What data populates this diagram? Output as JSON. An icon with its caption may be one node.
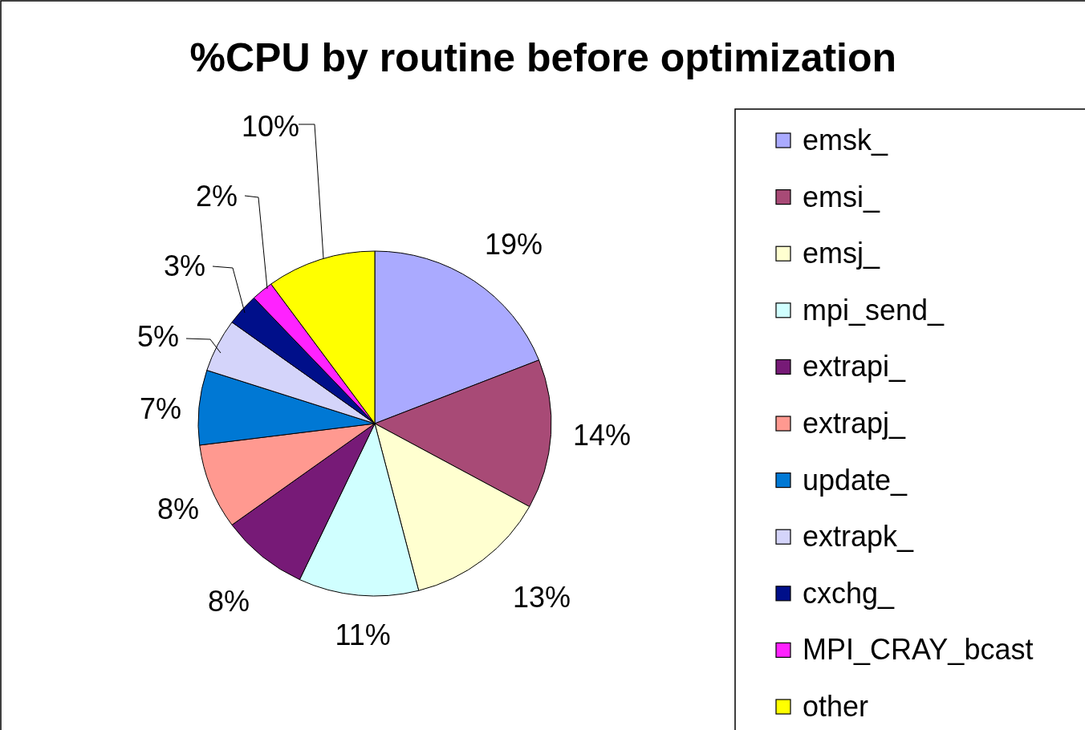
{
  "diagram": {
    "title": "%CPU by routine before optimization",
    "legend": [
      {
        "text": "emsk_",
        "color": "#aaaaff"
      },
      {
        "text": "emsi_",
        "color": "#a84a76"
      },
      {
        "text": "emsj_",
        "color": "#ffffd0"
      },
      {
        "text": "mpi_send_",
        "color": "#d0ffff"
      },
      {
        "text": "extrapi_",
        "color": "#771a77"
      },
      {
        "text": "extrapj_",
        "color": "#ff9990"
      },
      {
        "text": "update_",
        "color": "#0078d4"
      },
      {
        "text": "extrapk_",
        "color": "#d4d4fa"
      },
      {
        "text": "cxchg_",
        "color": "#000f8a"
      },
      {
        "text": "MPI_CRAY_bcast",
        "color": "#ff22ff"
      },
      {
        "text": "other",
        "color": "#ffff00"
      }
    ],
    "chart_data": {
      "type": "pie",
      "values": [
        19,
        14,
        13,
        11,
        8,
        8,
        7,
        5,
        3,
        2,
        10
      ],
      "value_labels": [
        "19%",
        "14%",
        "13%",
        "11%",
        "8%",
        "8%",
        "7%",
        "5%",
        "3%",
        "2%",
        "10%"
      ]
    }
  }
}
